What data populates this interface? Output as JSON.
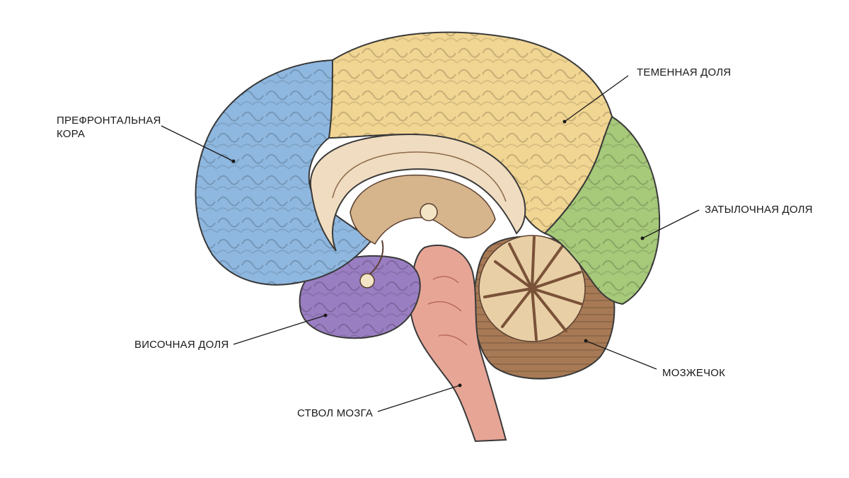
{
  "diagram": {
    "labels": {
      "prefrontal": [
        "ПРЕФРОНТАЛЬНАЯ",
        "КОРА"
      ],
      "parietal": "ТЕМЕННАЯ ДОЛЯ",
      "occipital": "ЗАТЫЛОЧНАЯ ДОЛЯ",
      "temporal": "ВИСОЧНАЯ ДОЛЯ",
      "cerebellum": "МОЗЖЕЧОК",
      "brainstem": "СТВОЛ МОЗГА"
    },
    "colors": {
      "prefrontal": "#8fb8e0",
      "parietal": "#f1d592",
      "occipital": "#a6c97a",
      "temporal": "#9a7ec2",
      "cerebellum": "#a77a55",
      "brainstem": "#e7a596",
      "corpus_callosum": "#f0dcc0",
      "outline": "#3a3a3a"
    }
  }
}
